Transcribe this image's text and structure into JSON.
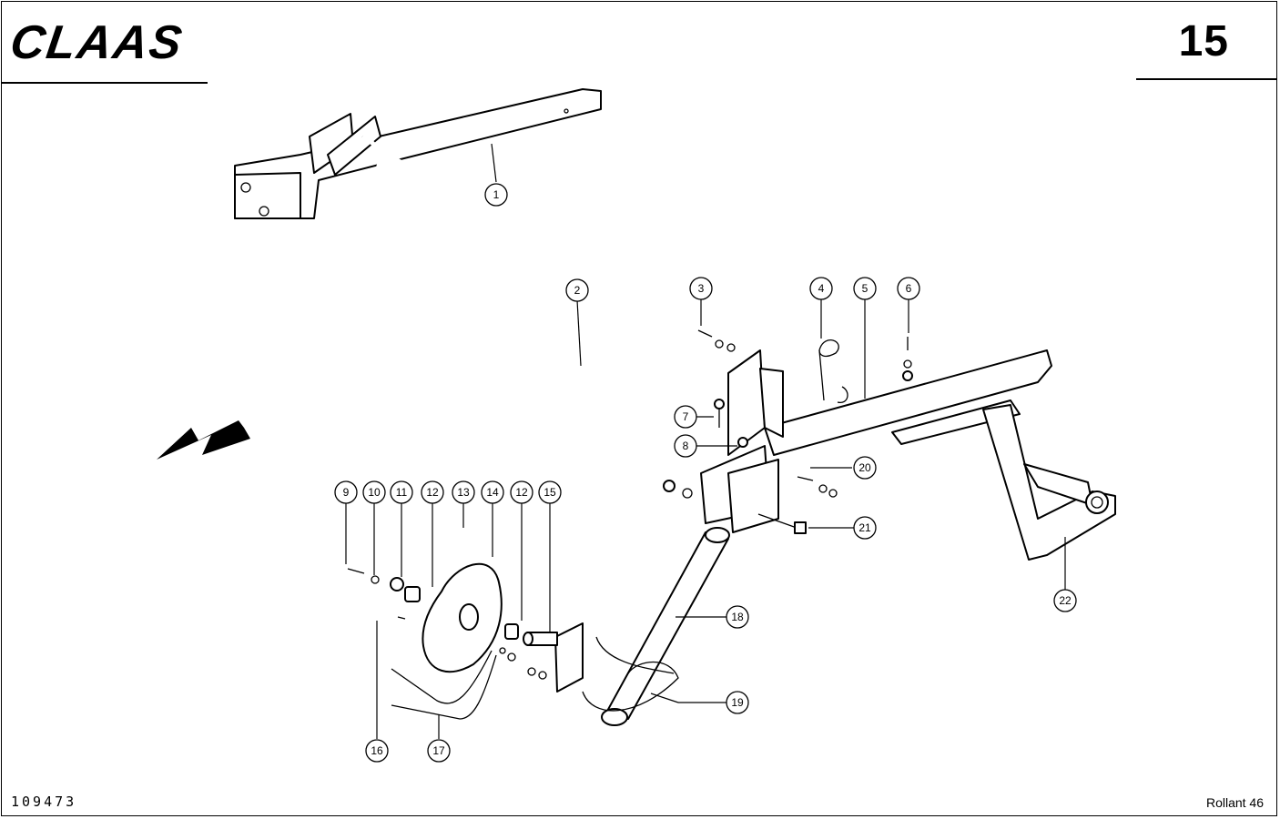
{
  "header": {
    "logo_text": "CLAAS",
    "page_number": "15"
  },
  "footer": {
    "drawing_number": "109473",
    "model": "Rollant 46"
  },
  "direction_arrow": "arrow-down-left-icon",
  "callouts": [
    "1",
    "2",
    "3",
    "4",
    "5",
    "6",
    "7",
    "8",
    "9",
    "10",
    "11",
    "12",
    "13",
    "14",
    "12",
    "15",
    "16",
    "17",
    "18",
    "19",
    "20",
    "21",
    "22"
  ]
}
